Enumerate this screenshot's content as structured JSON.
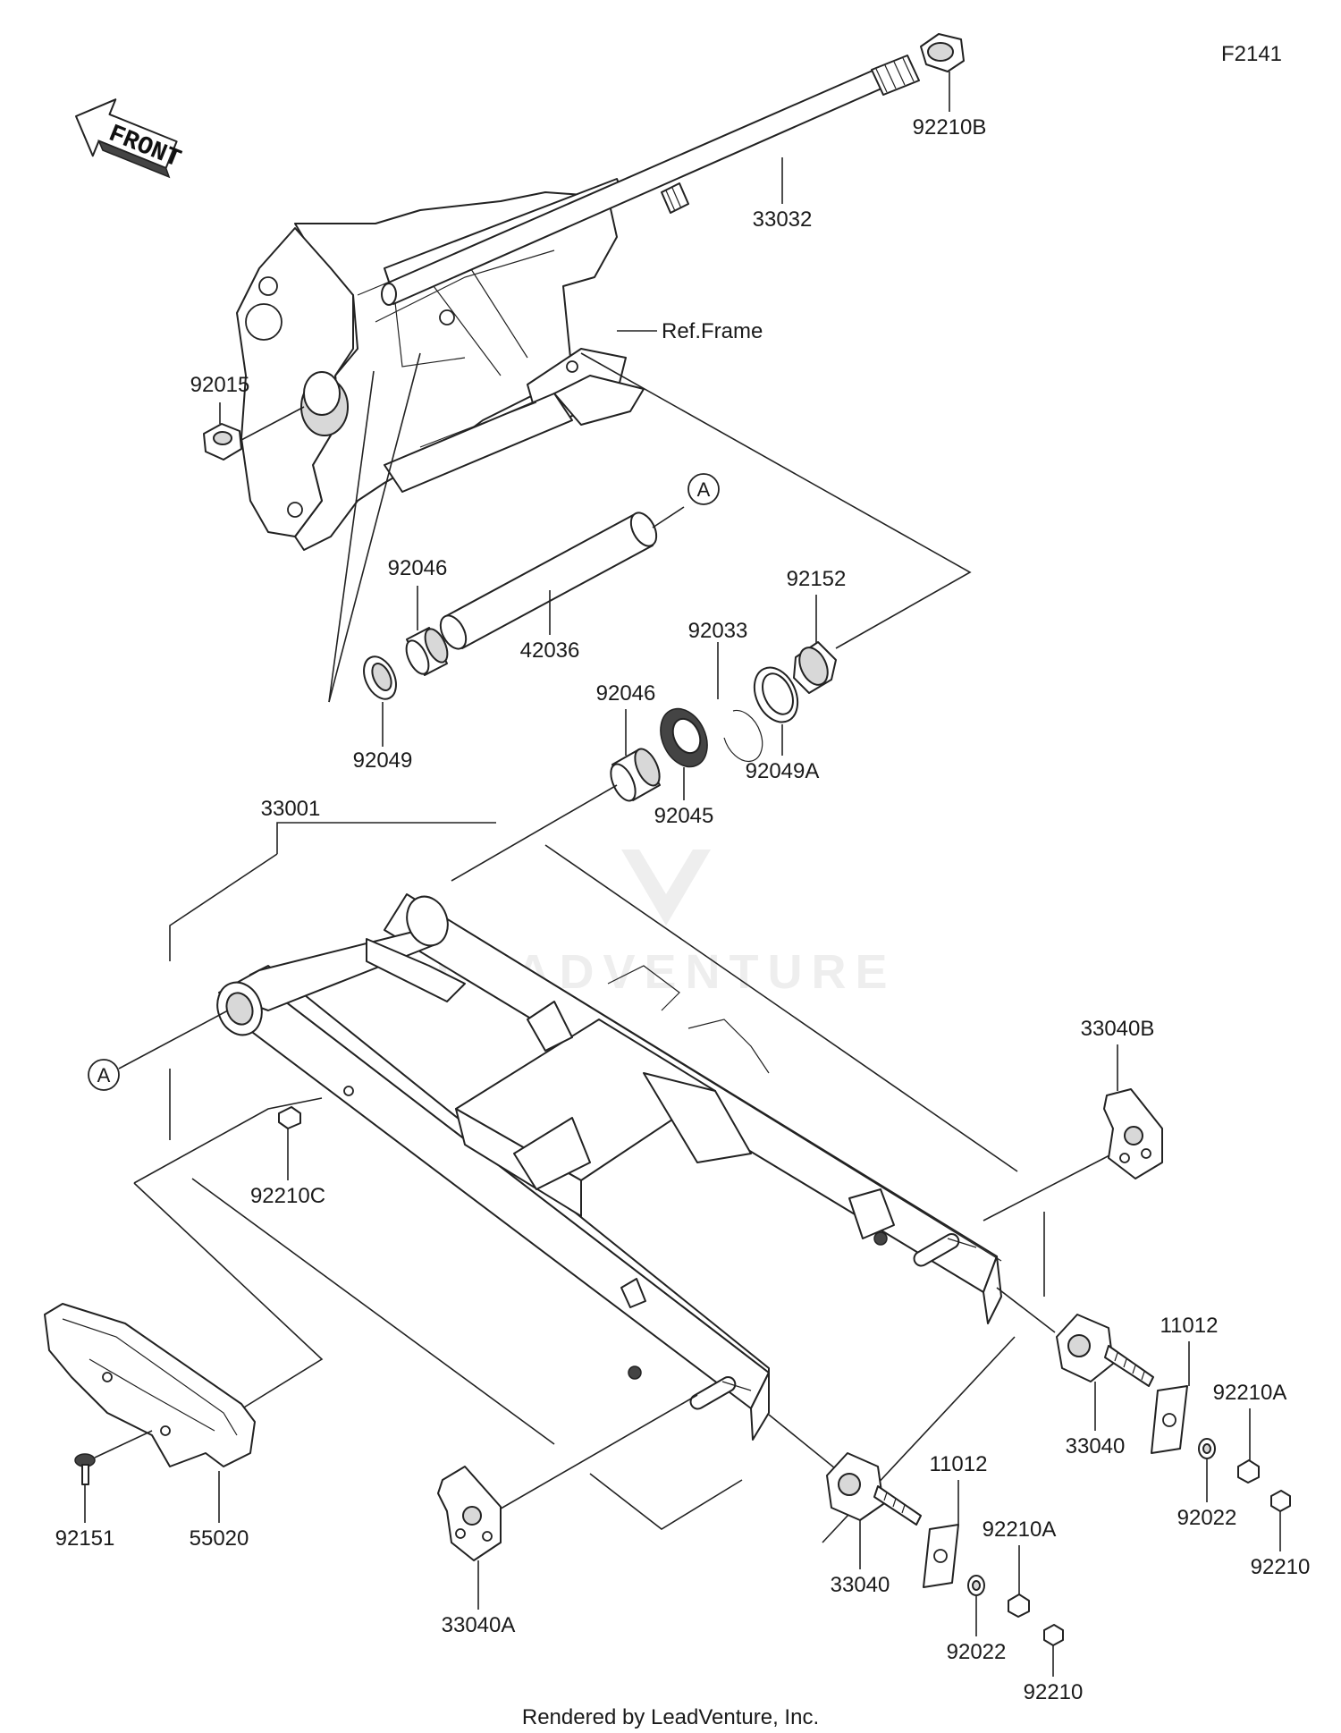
{
  "diagram_code": "F2141",
  "front_marker": "FRONT",
  "ref_frame": "Ref.Frame",
  "watermark": "LEADVENTURE",
  "footer": "Rendered by LeadVenture, Inc.",
  "callout_a": "A",
  "parts": {
    "p92210B": "92210B",
    "p33032": "33032",
    "p92015": "92015",
    "p92046_top": "92046",
    "p42036": "42036",
    "p92152": "92152",
    "p92033": "92033",
    "p92049": "92049",
    "p92046_mid": "92046",
    "p92049A": "92049A",
    "p92045": "92045",
    "p33001": "33001",
    "p33040B": "33040B",
    "p92210C": "92210C",
    "p11012_right": "11012",
    "p92210A_right": "92210A",
    "p33040_right": "33040",
    "p92022_right": "92022",
    "p92210_right": "92210",
    "p92151": "92151",
    "p55020": "55020",
    "p11012_mid": "11012",
    "p92210A_mid": "92210A",
    "p33040_mid": "33040",
    "p33040A": "33040A",
    "p92022_mid": "92022",
    "p92210_mid": "92210"
  }
}
